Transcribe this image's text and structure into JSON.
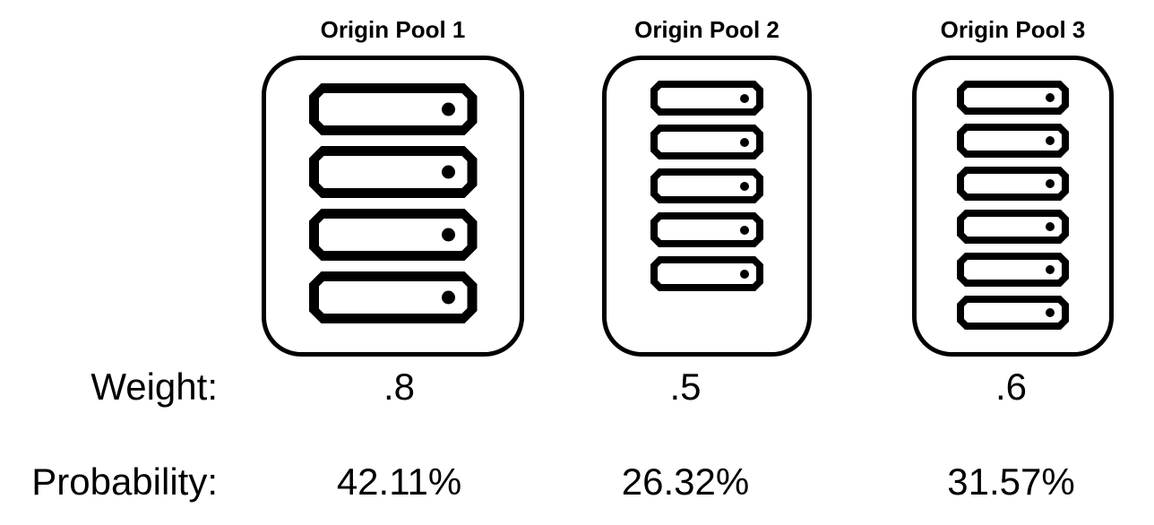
{
  "diagram": {
    "description": "Origin pool load-balancing weights and traffic probabilities",
    "pools": [
      {
        "title": "Origin Pool 1",
        "server_count": 4,
        "weight": ".8",
        "probability": "42.11%"
      },
      {
        "title": "Origin Pool 2",
        "server_count": 5,
        "weight": ".5",
        "probability": "26.32%"
      },
      {
        "title": "Origin Pool 3",
        "server_count": 6,
        "weight": ".6",
        "probability": "31.57%"
      }
    ],
    "row_labels": {
      "weight": "Weight:",
      "probability": "Probability:"
    },
    "icons": {
      "server": "server-rack-unit-icon"
    },
    "colors": {
      "foreground": "#000000",
      "background": "#ffffff"
    }
  }
}
